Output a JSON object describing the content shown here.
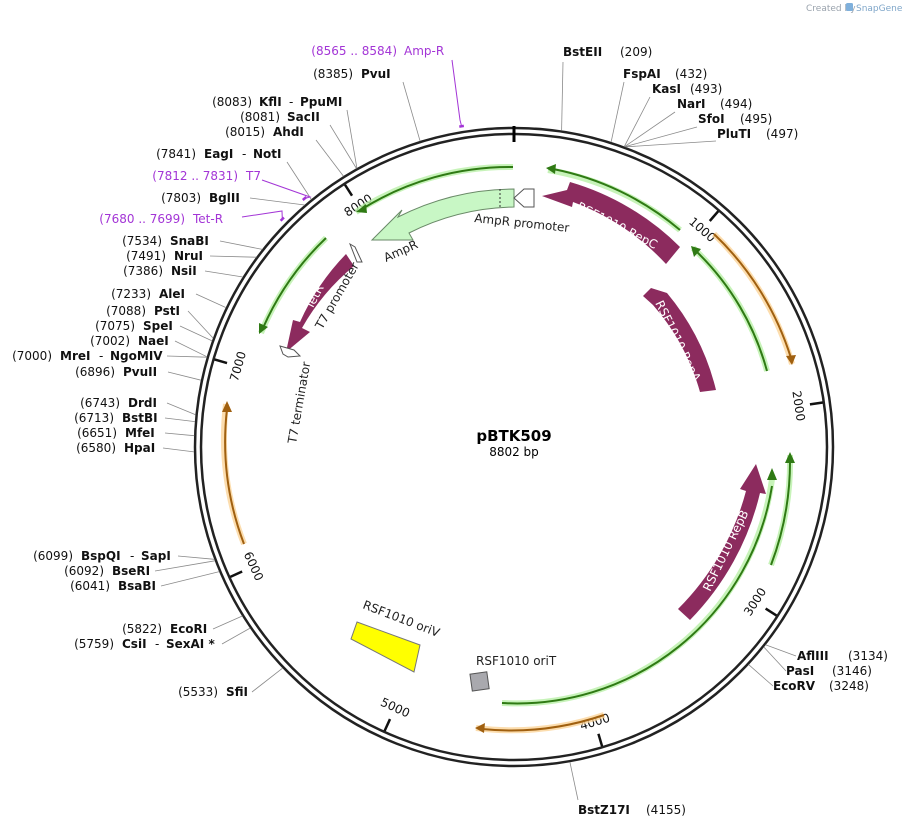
{
  "credit": {
    "prefix": "Created by",
    "brand": "SnapGene"
  },
  "plasmid": {
    "name": "pBTK509",
    "size_label": "8802 bp",
    "length": 8802
  },
  "ticks": [
    {
      "pos": 1000,
      "label": "1000"
    },
    {
      "pos": 2000,
      "label": "2000"
    },
    {
      "pos": 3000,
      "label": "3000"
    },
    {
      "pos": 4000,
      "label": "4000"
    },
    {
      "pos": 5000,
      "label": "5000"
    },
    {
      "pos": 6000,
      "label": "6000"
    },
    {
      "pos": 7000,
      "label": "7000"
    },
    {
      "pos": 8000,
      "label": "8000"
    }
  ],
  "sites_right": [
    {
      "name": "BstEII",
      "pos": "(209)"
    },
    {
      "name": "FspAI",
      "pos": "(432)"
    },
    {
      "name": "KasI",
      "pos": "(493)"
    },
    {
      "name": "NarI",
      "pos": "(494)"
    },
    {
      "name": "SfoI",
      "pos": "(495)"
    },
    {
      "name": "PluTI",
      "pos": "(497)"
    },
    {
      "name": "AflIII",
      "pos": "(3134)"
    },
    {
      "name": "PasI",
      "pos": "(3146)"
    },
    {
      "name": "EcoRV",
      "pos": "(3248)"
    },
    {
      "name": "BstZ17I",
      "pos": "(4155)"
    }
  ],
  "sites_left": [
    {
      "name": "PvuI",
      "pos": "(8385)"
    },
    {
      "name": "KflI",
      "name2": "PpuMI",
      "pos": "(8083)"
    },
    {
      "name": "SacII",
      "pos": "(8081)"
    },
    {
      "name": "AhdI",
      "pos": "(8015)"
    },
    {
      "name": "EagI",
      "name2": "NotI",
      "pos": "(7841)"
    },
    {
      "name": "BglII",
      "pos": "(7803)"
    },
    {
      "name": "SnaBI",
      "pos": "(7534)"
    },
    {
      "name": "NruI",
      "pos": "(7491)"
    },
    {
      "name": "NsiI",
      "pos": "(7386)"
    },
    {
      "name": "AleI",
      "pos": "(7233)"
    },
    {
      "name": "PstI",
      "pos": "(7088)"
    },
    {
      "name": "SpeI",
      "pos": "(7075)"
    },
    {
      "name": "NaeI",
      "pos": "(7002)"
    },
    {
      "name": "MreI",
      "name2": "NgoMIV",
      "pos": "(7000)"
    },
    {
      "name": "PvuII",
      "pos": "(6896)"
    },
    {
      "name": "DrdI",
      "pos": "(6743)"
    },
    {
      "name": "BstBI",
      "pos": "(6713)"
    },
    {
      "name": "MfeI",
      "pos": "(6651)"
    },
    {
      "name": "HpaI",
      "pos": "(6580)"
    },
    {
      "name": "BspQI",
      "name2": "SapI",
      "pos": "(6099)"
    },
    {
      "name": "BseRI",
      "pos": "(6092)"
    },
    {
      "name": "BsaBI",
      "pos": "(6041)"
    },
    {
      "name": "EcoRI",
      "pos": "(5822)"
    },
    {
      "name": "CsiI",
      "name2": "SexAI *",
      "pos": "(5759)"
    },
    {
      "name": "SfiI",
      "pos": "(5533)"
    }
  ],
  "primers": [
    {
      "range": "(8565 .. 8584)",
      "name": "Amp-R"
    },
    {
      "range": "(7812 .. 7831)",
      "name": "T7"
    },
    {
      "range": "(7680 .. 7699)",
      "name": "Tet-R"
    }
  ],
  "features": {
    "repc": "RSF1010 RepC",
    "repa": "RSF1010 RepA",
    "repb": "RSF1010 RepB",
    "ampr": "AmpR",
    "ampr_promoter": "AmpR promoter",
    "tetr": "TetR",
    "t7_promoter": "T7 promoter",
    "t7_terminator": "T7 terminator",
    "oriv": "RSF1010 oriV",
    "orit": "RSF1010 oriT"
  },
  "colors": {
    "cds": "#8c2b5e",
    "promoter": "#c8f7c5",
    "green_track": "#2f7a14",
    "orange_track": "#a06010",
    "origin": "#ffff00",
    "orit": "#a9a9ae",
    "primer": "#a335d6"
  }
}
